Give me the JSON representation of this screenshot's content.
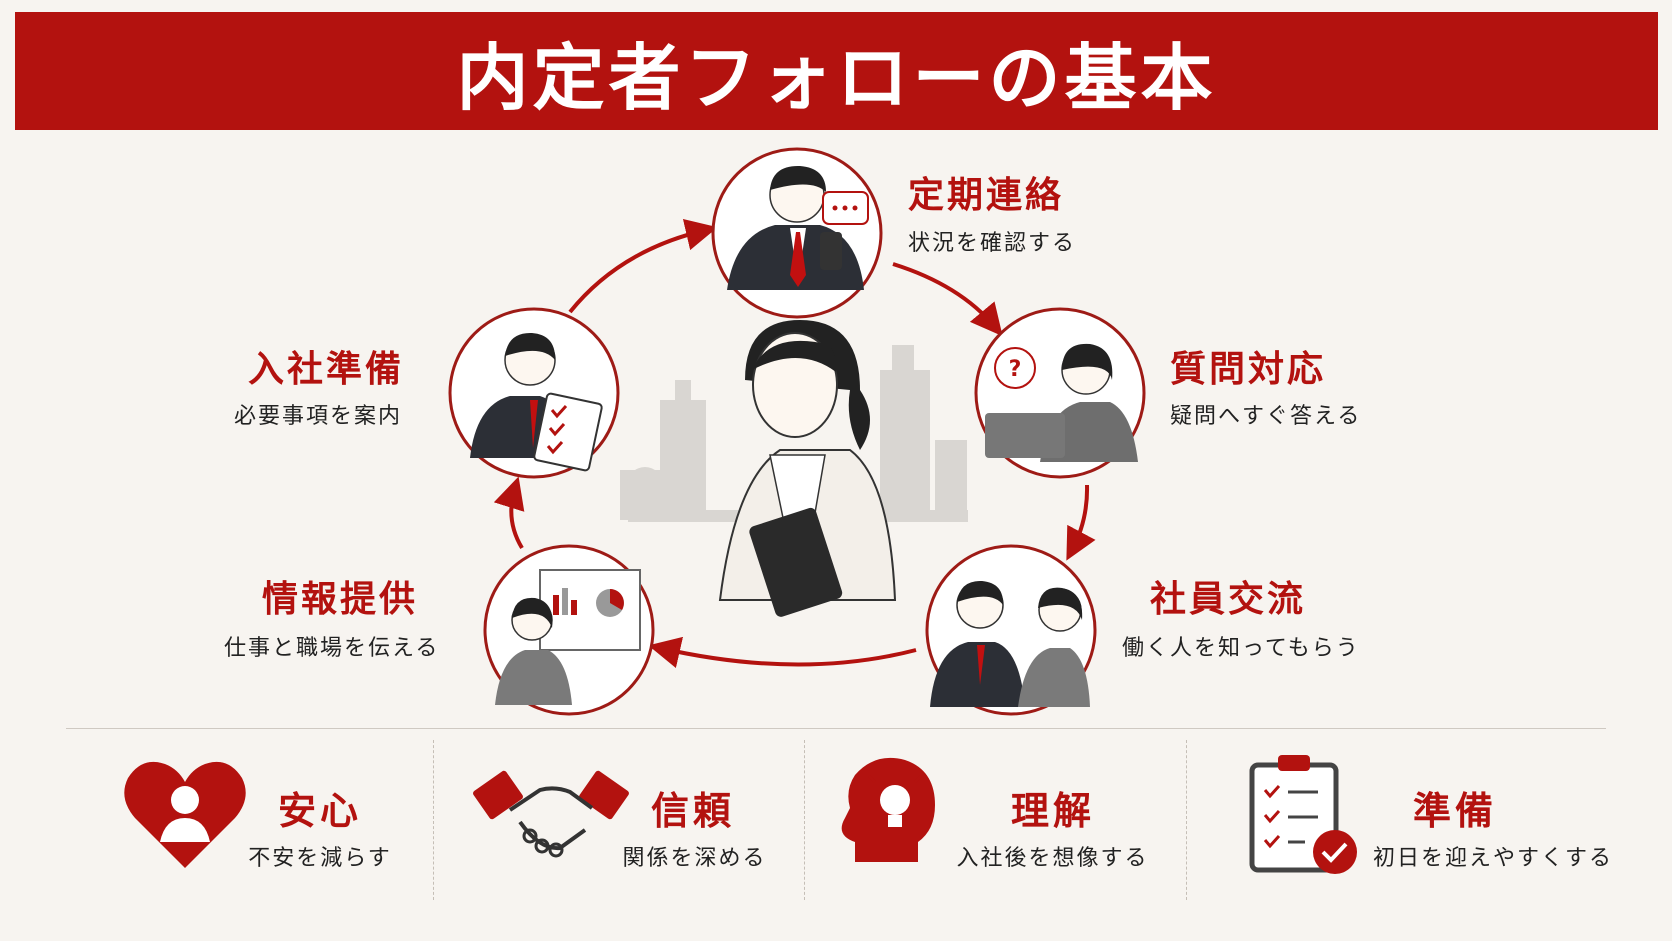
{
  "title": "内定者フォローの基本",
  "colors": {
    "accent": "#b3120f",
    "background": "#f7f4f0",
    "text": "#222222"
  },
  "cycle": [
    {
      "title": "定期連絡",
      "desc": "状況を確認する",
      "icon": "smartphone-chat-icon"
    },
    {
      "title": "質問対応",
      "desc": "疑問へすぐ答える",
      "icon": "question-laptop-icon"
    },
    {
      "title": "社員交流",
      "desc": "働く人を知ってもらう",
      "icon": "conversation-icon"
    },
    {
      "title": "情報提供",
      "desc": "仕事と職場を伝える",
      "icon": "presentation-board-icon"
    },
    {
      "title": "入社準備",
      "desc": "必要事項を案内",
      "icon": "checklist-clipboard-icon"
    }
  ],
  "benefits": [
    {
      "title": "安心",
      "desc": "不安を減らす",
      "icon": "heart-person-icon"
    },
    {
      "title": "信頼",
      "desc": "関係を深める",
      "icon": "handshake-icon"
    },
    {
      "title": "理解",
      "desc": "入社後を想像する",
      "icon": "lightbulb-head-icon"
    },
    {
      "title": "準備",
      "desc": "初日を迎えやすくする",
      "icon": "clipboard-check-icon"
    }
  ]
}
